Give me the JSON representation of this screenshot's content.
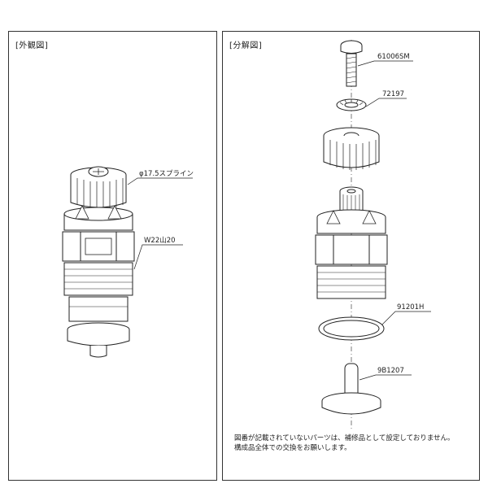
{
  "left_panel": {
    "title": "[外観図]",
    "labels": {
      "spline": "φ17.5スプライン",
      "thread": "W22山20"
    }
  },
  "right_panel": {
    "title": "[分解図]",
    "parts": [
      {
        "id": "screw",
        "label": "61006SM"
      },
      {
        "id": "washer",
        "label": "72197"
      },
      {
        "id": "oring",
        "label": "91201H"
      },
      {
        "id": "valve",
        "label": "9B1207"
      }
    ],
    "note_line1": "図番が記載されていないパーツは、補修品として設定しておりません。",
    "note_line2": "構成品全体での交換をお願いします。"
  }
}
